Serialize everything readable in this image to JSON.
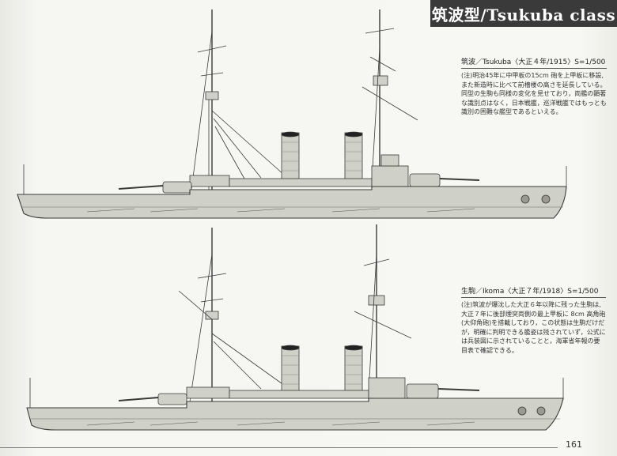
{
  "header": {
    "title": "筑波型/Tsukuba class"
  },
  "ships": [
    {
      "caption_head": "筑波／Tsukuba〈大正４年/1915〉S=1/500",
      "caption_lines": [
        "(注)明治45年に中甲板の15cm 砲を上甲板に移設,",
        "また新造時に比べて前檣楼の高さを延長している。",
        "同型の生駒も同様の変化を見せており，両艦の顕著",
        "な識別点はなく，日本戦艦，巡洋戦艦ではもっとも",
        "識別の困難な艦型であるといえる。"
      ]
    },
    {
      "caption_head": "生駒／Ikoma〈大正７年/1918〉S=1/500",
      "caption_lines": [
        "(注)筑波が爆沈した大正６年以降に残った生駒は,",
        "大正７年に後部煙突両側の最上甲板に 8cm 高角砲",
        "(大仰角砲)を搭載しており，この状態は生駒だけだ",
        "が，明確に判明できる艦姿は残されていず，公式に",
        "は兵装図に示されていることと，海軍省年報の要",
        "目表で確認できる。"
      ]
    }
  ],
  "footer": {
    "page_number": "161"
  },
  "colors": {
    "hull": "#cfd1c8",
    "stroke": "#3a3a3a",
    "funnel_cap": "#222222",
    "band": "#3a3a3a"
  }
}
